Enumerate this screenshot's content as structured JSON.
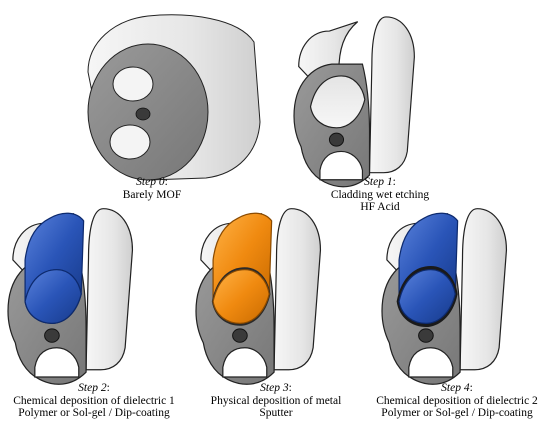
{
  "palette": {
    "body_light": "#ececec",
    "face_gray": "#8a8a8a",
    "hole_dark": "#3a3a3a",
    "outline": "#222222",
    "dielectric_blue": "#2a55b8",
    "metal_orange": "#f08a10"
  },
  "steps": [
    {
      "step_label": "Step 0",
      "colon": ":",
      "lines": [
        "Barely MOF"
      ]
    },
    {
      "step_label": "Step 1",
      "colon": ":",
      "lines": [
        "Cladding wet etching",
        "HF Acid"
      ]
    },
    {
      "step_label": "Step 2",
      "colon": ":",
      "lines": [
        "Chemical deposition of dielectric 1",
        "Polymer or Sol-gel / Dip-coating"
      ],
      "coating": "dielectric_blue"
    },
    {
      "step_label": "Step 3",
      "colon": ":",
      "lines": [
        "Physical deposition of metal",
        "Sputter"
      ],
      "coating": "metal_orange"
    },
    {
      "step_label": "Step 4",
      "colon": ":",
      "lines": [
        "Chemical deposition of dielectric 2",
        "Polymer or Sol-gel / Dip-coating"
      ],
      "coating": "dielectric_blue"
    }
  ]
}
